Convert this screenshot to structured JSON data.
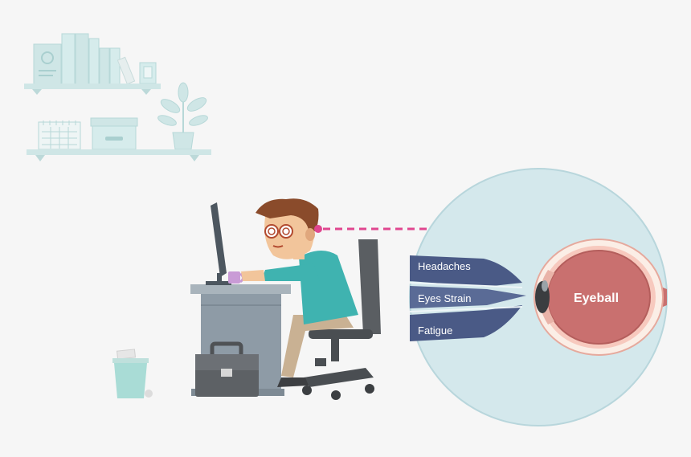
{
  "arrows": [
    {
      "label": "Headaches",
      "color": "#4a5a86"
    },
    {
      "label": "Eyes Strain",
      "color": "#5a6b96"
    },
    {
      "label": "Fatigue",
      "color": "#4a5a86"
    }
  ],
  "eyeball": {
    "label": "Eyeball",
    "color": "#c9706f"
  },
  "colors": {
    "background": "#f6f6f6",
    "shelf": "#cfe6e6",
    "bubble": "#d4e8ec",
    "sight_line": "#e0468f",
    "shirt": "#3fb3b0",
    "desk": "#8e9ba6"
  }
}
